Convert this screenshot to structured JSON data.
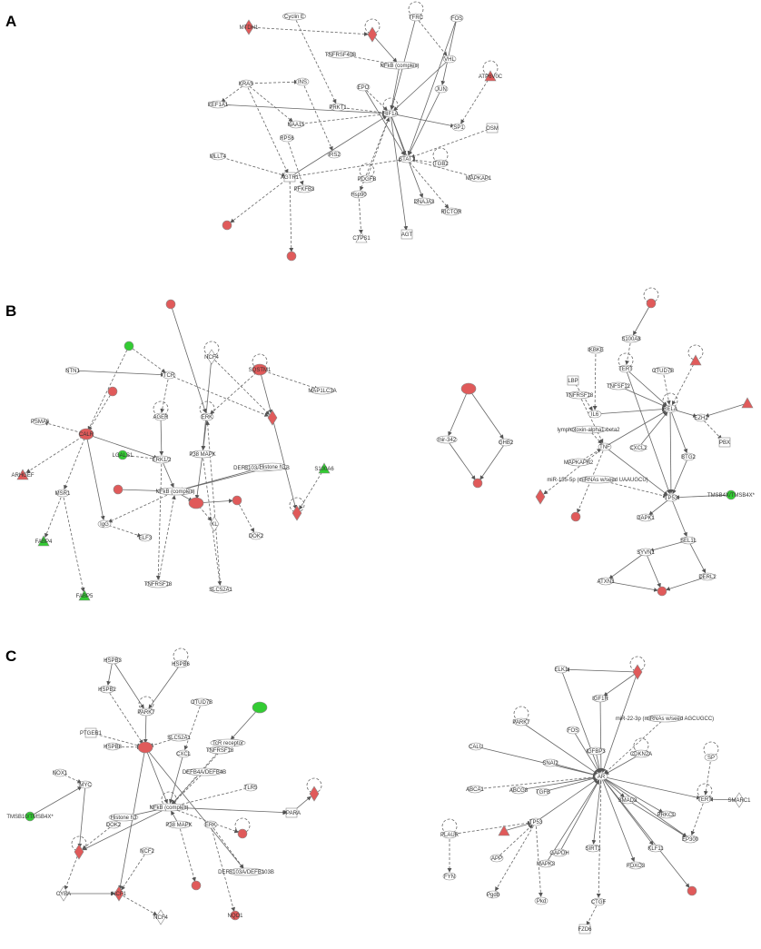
{
  "panels": {
    "a": "A",
    "b": "B",
    "c": "C"
  },
  "colors": {
    "up": "#e05a5a",
    "down": "#33cc33",
    "neutral": "#ffffff",
    "edge": "#666666"
  },
  "nodes": [
    {
      "id": "a_mtdh",
      "text": "MTDH1",
      "shape": "diamond",
      "color": "up"
    },
    {
      "id": "a_cycline",
      "text": "Cyclin E",
      "shape": "ellipse",
      "color": "neutral"
    },
    {
      "id": "a_tfrc",
      "text": "TFRC",
      "shape": "ellipse",
      "color": "neutral"
    },
    {
      "id": "a_fos",
      "text": "FOS",
      "shape": "ellipse",
      "color": "neutral"
    },
    {
      "id": "a_tnfrsf",
      "text": "TNFRSF40B",
      "shape": "ellipse",
      "color": "neutral"
    },
    {
      "id": "a_diam2",
      "text": "",
      "shape": "diamond",
      "color": "up"
    },
    {
      "id": "a_vhl",
      "text": "VHL",
      "shape": "ellipse",
      "color": "neutral"
    },
    {
      "id": "a_nfkb",
      "text": "NFkB (complex)",
      "shape": "ellipse",
      "color": "neutral"
    },
    {
      "id": "a_kras",
      "text": "KRAS",
      "shape": "ellipse",
      "color": "neutral"
    },
    {
      "id": "a_ins",
      "text": "INS",
      "shape": "ellipse",
      "color": "neutral"
    },
    {
      "id": "a_epo",
      "text": "EPO",
      "shape": "ellipse",
      "color": "neutral"
    },
    {
      "id": "a_jun",
      "text": "JUN",
      "shape": "ellipse",
      "color": "neutral"
    },
    {
      "id": "a_atp",
      "text": "ATP6V0C",
      "shape": "triangle",
      "color": "up"
    },
    {
      "id": "a_eef",
      "text": "EEF1A1",
      "shape": "ellipse",
      "color": "neutral"
    },
    {
      "id": "a_prkt",
      "text": "PRKT1",
      "shape": "ellipse",
      "color": "neutral"
    },
    {
      "id": "a_hif",
      "text": "HIF1A",
      "shape": "ellipse",
      "color": "neutral"
    },
    {
      "id": "a_sp1",
      "text": "SP1",
      "shape": "ellipse",
      "color": "neutral"
    },
    {
      "id": "a_naa",
      "text": "NAA15",
      "shape": "ellipse",
      "color": "neutral"
    },
    {
      "id": "a_osm",
      "text": "OSM",
      "shape": "rect",
      "color": "neutral"
    },
    {
      "id": "a_rps",
      "text": "RPS6",
      "shape": "ellipse",
      "color": "neutral"
    },
    {
      "id": "a_irs",
      "text": "IRS2",
      "shape": "ellipse",
      "color": "neutral"
    },
    {
      "id": "a_stat",
      "text": "STAT1",
      "shape": "ellipse",
      "color": "neutral"
    },
    {
      "id": "a_itgb",
      "text": "ITGB2",
      "shape": "ellipse",
      "color": "neutral"
    },
    {
      "id": "a_mllt",
      "text": "MLLT4",
      "shape": "ellipse",
      "color": "neutral"
    },
    {
      "id": "a_agtr",
      "text": "AGTR1",
      "shape": "rect",
      "color": "neutral"
    },
    {
      "id": "a_pdgf",
      "text": "PDGFB",
      "shape": "ellipse",
      "color": "neutral"
    },
    {
      "id": "a_mapk",
      "text": "MAPKAP1",
      "shape": "ellipse",
      "color": "neutral"
    },
    {
      "id": "a_pfkfb",
      "text": "PFKFB3",
      "shape": "ellipse",
      "color": "neutral"
    },
    {
      "id": "a_hspa",
      "text": "Hsp90",
      "shape": "ellipse",
      "color": "neutral"
    },
    {
      "id": "a_dnaj",
      "text": "DNAJA3",
      "shape": "ellipse",
      "color": "neutral"
    },
    {
      "id": "a_rictor",
      "text": "RICTOR",
      "shape": "ellipse",
      "color": "neutral"
    },
    {
      "id": "a_red1",
      "text": "",
      "shape": "circle",
      "color": "up"
    },
    {
      "id": "a_ctps",
      "text": "CTPS1",
      "shape": "triangle",
      "color": "neutral"
    },
    {
      "id": "a_agt",
      "text": "AGT",
      "shape": "rect",
      "color": "neutral"
    },
    {
      "id": "a_red2",
      "text": "",
      "shape": "circle",
      "color": "up"
    },
    {
      "id": "b_top",
      "text": "",
      "shape": "circle",
      "color": "up"
    },
    {
      "id": "b_g1",
      "text": "",
      "shape": "circle",
      "color": "down"
    },
    {
      "id": "b_ntn",
      "text": "NTN1",
      "shape": "ellipse",
      "color": "neutral"
    },
    {
      "id": "b_ncf4",
      "text": "NCF4",
      "shape": "diamond",
      "color": "neutral"
    },
    {
      "id": "b_sqstm",
      "text": "SQSTM1",
      "shape": "ellipse",
      "color": "up"
    },
    {
      "id": "b_tcr",
      "text": "TCR",
      "shape": "ellipse",
      "color": "neutral"
    },
    {
      "id": "b_map1",
      "text": "MAP1LC3A",
      "shape": "ellipse",
      "color": "neutral"
    },
    {
      "id": "b_r2",
      "text": "",
      "shape": "circle",
      "color": "up"
    },
    {
      "id": "b_ager",
      "text": "AGER",
      "shape": "ellipse",
      "color": "neutral"
    },
    {
      "id": "b_erk",
      "text": "ERK",
      "shape": "ellipse",
      "color": "neutral"
    },
    {
      "id": "b_nqo",
      "text": "",
      "shape": "diamond",
      "color": "up"
    },
    {
      "id": "b_psm",
      "text": "PSMA6",
      "shape": "ellipse",
      "color": "neutral"
    },
    {
      "id": "b_cal",
      "text": "CALR",
      "shape": "ellipse",
      "color": "up"
    },
    {
      "id": "b_lgals",
      "text": "LGALS1",
      "shape": "circle",
      "color": "down"
    },
    {
      "id": "b_erk12",
      "text": "ERK1/2",
      "shape": "ellipse",
      "color": "neutral"
    },
    {
      "id": "b_p38",
      "text": "P38 MAPK",
      "shape": "ellipse",
      "color": "neutral"
    },
    {
      "id": "b_defb",
      "text": "DEFB103A/DEFB103B",
      "shape": "ellipse",
      "color": "neutral"
    },
    {
      "id": "b_hist",
      "text": "Histone h3",
      "shape": "ellipse",
      "color": "neutral"
    },
    {
      "id": "b_s100",
      "text": "S100A6",
      "shape": "triangle",
      "color": "down"
    },
    {
      "id": "b_arh",
      "text": "ARHGEF",
      "shape": "triangle",
      "color": "up"
    },
    {
      "id": "b_msr",
      "text": "MSR1",
      "shape": "ellipse",
      "color": "neutral"
    },
    {
      "id": "b_r3",
      "text": "",
      "shape": "circle",
      "color": "up"
    },
    {
      "id": "b_nfkb",
      "text": "NFkB (complex)",
      "shape": "ellipse",
      "color": "neutral"
    },
    {
      "id": "b_sam",
      "text": "",
      "shape": "ellipse",
      "color": "up"
    },
    {
      "id": "b_r4",
      "text": "",
      "shape": "circle",
      "color": "up"
    },
    {
      "id": "b_r5",
      "text": "",
      "shape": "diamond",
      "color": "up"
    },
    {
      "id": "b_igg",
      "text": "IgG",
      "shape": "ellipse",
      "color": "neutral"
    },
    {
      "id": "b_elf",
      "text": "ELF3",
      "shape": "ellipse",
      "color": "neutral"
    },
    {
      "id": "b_kl",
      "text": "KL",
      "shape": "diamond",
      "color": "neutral"
    },
    {
      "id": "b_dok",
      "text": "DOK2",
      "shape": "ellipse",
      "color": "neutral"
    },
    {
      "id": "b_fabp4",
      "text": "FABP4",
      "shape": "triangle",
      "color": "down"
    },
    {
      "id": "b_tnfrsf",
      "text": "TNFRSF18",
      "shape": "ellipse",
      "color": "neutral"
    },
    {
      "id": "b_slc",
      "text": "SLC52A1",
      "shape": "ellipse",
      "color": "neutral"
    },
    {
      "id": "b_fabp5",
      "text": "FABP5",
      "shape": "triangle",
      "color": "down"
    },
    {
      "id": "bm_top",
      "text": "",
      "shape": "ellipse",
      "color": "up"
    },
    {
      "id": "bm_mir",
      "text": "mir-342",
      "shape": "ellipse",
      "color": "neutral"
    },
    {
      "id": "bm_ghb",
      "text": "GHB2",
      "shape": "ellipse",
      "color": "neutral"
    },
    {
      "id": "bm_bot",
      "text": "",
      "shape": "circle",
      "color": "up"
    },
    {
      "id": "br_top",
      "text": "",
      "shape": "circle",
      "color": "up"
    },
    {
      "id": "br_s100",
      "text": "S100A8",
      "shape": "ellipse",
      "color": "neutral"
    },
    {
      "id": "br_ikbke",
      "text": "IKBKE",
      "shape": "ellipse",
      "color": "neutral"
    },
    {
      "id": "br_tert",
      "text": "TERT",
      "shape": "ellipse",
      "color": "neutral"
    },
    {
      "id": "br_r2",
      "text": "",
      "shape": "triangle",
      "color": "up"
    },
    {
      "id": "br_lbp",
      "text": "LBP",
      "shape": "rect",
      "color": "neutral"
    },
    {
      "id": "br_otud",
      "text": "OTUD7B",
      "shape": "ellipse",
      "color": "neutral"
    },
    {
      "id": "br_tnfrsf",
      "text": "TNFRSF18",
      "shape": "ellipse",
      "color": "neutral"
    },
    {
      "id": "br_tnfsf",
      "text": "TNFSF12",
      "shape": "ellipse",
      "color": "neutral"
    },
    {
      "id": "br_il",
      "text": "IL6",
      "shape": "ellipse",
      "color": "neutral"
    },
    {
      "id": "br_rela",
      "text": "RELA",
      "shape": "ellipse",
      "color": "neutral"
    },
    {
      "id": "br_ezh",
      "text": "EZH2",
      "shape": "ellipse",
      "color": "neutral"
    },
    {
      "id": "br_r3",
      "text": "",
      "shape": "triangle",
      "color": "up"
    },
    {
      "id": "br_lymph",
      "text": "lymphotoxin-alpha1-beta2",
      "shape": "ellipse",
      "color": "neutral"
    },
    {
      "id": "br_tnf",
      "text": "TNF",
      "shape": "ellipse",
      "color": "neutral"
    },
    {
      "id": "br_mapkap",
      "text": "MAPKAPK2",
      "shape": "ellipse",
      "color": "neutral"
    },
    {
      "id": "br_cxcl",
      "text": "CXCL2",
      "shape": "ellipse",
      "color": "neutral"
    },
    {
      "id": "br_btg",
      "text": "BTG2",
      "shape": "ellipse",
      "color": "neutral"
    },
    {
      "id": "br_pbx",
      "text": "PBX",
      "shape": "rect",
      "color": "neutral"
    },
    {
      "id": "br_mir155",
      "text": "miR-155-5p (miRNAs w/seed UAAUGCU)",
      "shape": "ellipse",
      "color": "neutral"
    },
    {
      "id": "br_tp53",
      "text": "TP53",
      "shape": "ellipse",
      "color": "neutral"
    },
    {
      "id": "br_tmsb",
      "text": "TMSB4X/TMSB4X*",
      "shape": "circle",
      "color": "down"
    },
    {
      "id": "br_r4",
      "text": "",
      "shape": "diamond",
      "color": "up"
    },
    {
      "id": "br_r5",
      "text": "",
      "shape": "circle",
      "color": "up"
    },
    {
      "id": "br_dapk",
      "text": "DAPK1",
      "shape": "ellipse",
      "color": "neutral"
    },
    {
      "id": "br_sel",
      "text": "SEL1L",
      "shape": "ellipse",
      "color": "neutral"
    },
    {
      "id": "br_syvn",
      "text": "SYVN1",
      "shape": "ellipse",
      "color": "neutral"
    },
    {
      "id": "br_atxn",
      "text": "ATXN3",
      "shape": "ellipse",
      "color": "neutral"
    },
    {
      "id": "br_derl",
      "text": "DERL2",
      "shape": "ellipse",
      "color": "neutral"
    },
    {
      "id": "br_r6",
      "text": "",
      "shape": "circle",
      "color": "up"
    },
    {
      "id": "c_hspb3",
      "text": "HSPB3",
      "shape": "ellipse",
      "color": "neutral"
    },
    {
      "id": "c_hspb6",
      "text": "HSPB6",
      "shape": "ellipse",
      "color": "neutral"
    },
    {
      "id": "c_hspb2",
      "text": "HSPB2",
      "shape": "ellipse",
      "color": "neutral"
    },
    {
      "id": "c_park7",
      "text": "PARK7",
      "shape": "ellipse",
      "color": "neutral"
    },
    {
      "id": "c_otud",
      "text": "OTUD7B",
      "shape": "ellipse",
      "color": "neutral"
    },
    {
      "id": "c_g1",
      "text": "",
      "shape": "ellipse",
      "color": "down"
    },
    {
      "id": "c_ptger",
      "text": "PTGER1",
      "shape": "rect",
      "color": "neutral"
    },
    {
      "id": "c_slc",
      "text": "SLC52A1",
      "shape": "ellipse",
      "color": "neutral"
    },
    {
      "id": "c_tcr",
      "text": "TcR receptor",
      "shape": "ellipse",
      "color": "neutral"
    },
    {
      "id": "c_hspb8",
      "text": "HSPB8",
      "shape": "ellipse",
      "color": "neutral"
    },
    {
      "id": "c_sam",
      "text": "",
      "shape": "ellipse",
      "color": "up"
    },
    {
      "id": "c_tnfrsf",
      "text": "TNFRSF18",
      "shape": "ellipse",
      "color": "neutral"
    },
    {
      "id": "c_cxcl",
      "text": "CXCL",
      "shape": "ellipse",
      "color": "neutral"
    },
    {
      "id": "c_nox",
      "text": "NOX1",
      "shape": "ellipse",
      "color": "neutral"
    },
    {
      "id": "c_defb4",
      "text": "DEFB4A/DEFB4B",
      "shape": "ellipse",
      "color": "neutral"
    },
    {
      "id": "c_tlr5",
      "text": "TLR5",
      "shape": "ellipse",
      "color": "neutral"
    },
    {
      "id": "c_r2",
      "text": "",
      "shape": "diamond",
      "color": "up"
    },
    {
      "id": "c_myc",
      "text": "MYC",
      "shape": "ellipse",
      "color": "neutral"
    },
    {
      "id": "c_nfkb",
      "text": "NFkB (complex)",
      "shape": "ellipse",
      "color": "neutral"
    },
    {
      "id": "c_ppara",
      "text": "PPARA",
      "shape": "rect",
      "color": "neutral"
    },
    {
      "id": "c_tmsb",
      "text": "TMSB10/TMSB4X*",
      "shape": "circle",
      "color": "down"
    },
    {
      "id": "c_hist",
      "text": "Histone h3",
      "shape": "ellipse",
      "color": "neutral"
    },
    {
      "id": "c_r3",
      "text": "",
      "shape": "circle",
      "color": "up"
    },
    {
      "id": "c_dok",
      "text": "DOK2",
      "shape": "ellipse",
      "color": "neutral"
    },
    {
      "id": "c_p38",
      "text": "P38 MAPK",
      "shape": "ellipse",
      "color": "neutral"
    },
    {
      "id": "c_erk",
      "text": "ERK",
      "shape": "ellipse",
      "color": "neutral"
    },
    {
      "id": "c_defb103",
      "text": "DEFB103A/DEFB103B",
      "shape": "ellipse",
      "color": "neutral"
    },
    {
      "id": "c_r4",
      "text": "",
      "shape": "diamond",
      "color": "up"
    },
    {
      "id": "c_ncf2",
      "text": "NCF2",
      "shape": "ellipse",
      "color": "neutral"
    },
    {
      "id": "c_r5",
      "text": "",
      "shape": "circle",
      "color": "up"
    },
    {
      "id": "c_cyba",
      "text": "CYBA",
      "shape": "diamond",
      "color": "neutral"
    },
    {
      "id": "c_ncf1",
      "text": "NCF1",
      "shape": "diamond",
      "color": "up"
    },
    {
      "id": "c_ncf4",
      "text": "NCF4",
      "shape": "diamond",
      "color": "neutral"
    },
    {
      "id": "c_nqo",
      "text": "NQO1",
      "shape": "circle",
      "color": "up"
    },
    {
      "id": "cr_elk",
      "text": "ELK1",
      "shape": "ellipse",
      "color": "neutral"
    },
    {
      "id": "cr_r1",
      "text": "",
      "shape": "diamond",
      "color": "up"
    },
    {
      "id": "cr_igf",
      "text": "IGF1R",
      "shape": "ellipse",
      "color": "neutral"
    },
    {
      "id": "cr_mir22",
      "text": "miR-22-3p (miRNAs w/seed AGCUGCC)",
      "shape": "ellipse",
      "color": "neutral"
    },
    {
      "id": "cr_park7",
      "text": "PARK7",
      "shape": "ellipse",
      "color": "neutral"
    },
    {
      "id": "cr_fos",
      "text": "FOS",
      "shape": "ellipse",
      "color": "neutral"
    },
    {
      "id": "cr_igfbp",
      "text": "IGFBP3",
      "shape": "ellipse",
      "color": "neutral"
    },
    {
      "id": "cr_cdkn",
      "text": "CDKN2A",
      "shape": "ellipse",
      "color": "neutral"
    },
    {
      "id": "cr_sp",
      "text": "SP",
      "shape": "ellipse",
      "color": "neutral"
    },
    {
      "id": "cr_calu",
      "text": "CALU",
      "shape": "ellipse",
      "color": "neutral"
    },
    {
      "id": "cr_snai",
      "text": "SNAI2",
      "shape": "ellipse",
      "color": "neutral"
    },
    {
      "id": "cr_ar",
      "text": "AR",
      "shape": "ellipse",
      "color": "neutral"
    },
    {
      "id": "cr_tert",
      "text": "TERT",
      "shape": "ellipse",
      "color": "neutral"
    },
    {
      "id": "cr_smarc",
      "text": "SMARC1",
      "shape": "diamond",
      "color": "neutral"
    },
    {
      "id": "cr_abca",
      "text": "ABCA1",
      "shape": "ellipse",
      "color": "neutral"
    },
    {
      "id": "cr_abcg",
      "text": "ABCG8",
      "shape": "ellipse",
      "color": "neutral"
    },
    {
      "id": "cr_tgfb",
      "text": "TGFB",
      "shape": "ellipse",
      "color": "neutral"
    },
    {
      "id": "cr_smad",
      "text": "SMAD3",
      "shape": "ellipse",
      "color": "neutral"
    },
    {
      "id": "cr_prkcd",
      "text": "PRKCD",
      "shape": "ellipse",
      "color": "neutral"
    },
    {
      "id": "cr_plaur",
      "text": "PLAUR",
      "shape": "ellipse",
      "color": "neutral"
    },
    {
      "id": "cr_r2",
      "text": "",
      "shape": "triangle",
      "color": "up"
    },
    {
      "id": "cr_tp53",
      "text": "TP53",
      "shape": "ellipse",
      "color": "neutral"
    },
    {
      "id": "cr_sirt",
      "text": "SIRT1",
      "shape": "ellipse",
      "color": "neutral"
    },
    {
      "id": "cr_klf",
      "text": "KLF11",
      "shape": "ellipse",
      "color": "neutral"
    },
    {
      "id": "cr_ep300",
      "text": "EP300",
      "shape": "ellipse",
      "color": "neutral"
    },
    {
      "id": "cr_gapdh",
      "text": "GAPDH",
      "shape": "ellipse",
      "color": "neutral"
    },
    {
      "id": "cr_app",
      "text": "APP",
      "shape": "ellipse",
      "color": "neutral"
    },
    {
      "id": "cr_mapk",
      "text": "MAPK3",
      "shape": "ellipse",
      "color": "neutral"
    },
    {
      "id": "cr_foxo",
      "text": "FOXO3",
      "shape": "ellipse",
      "color": "neutral"
    },
    {
      "id": "cr_r3",
      "text": "",
      "shape": "circle",
      "color": "up"
    },
    {
      "id": "cr_fyn",
      "text": "FYN",
      "shape": "ellipse",
      "color": "neutral"
    },
    {
      "id": "cr_pgdb",
      "text": "Pgdb",
      "shape": "ellipse",
      "color": "neutral"
    },
    {
      "id": "cr_pkd",
      "text": "Pkd",
      "shape": "ellipse",
      "color": "neutral"
    },
    {
      "id": "cr_ctg",
      "text": "CTGF",
      "shape": "ellipse",
      "color": "neutral"
    },
    {
      "id": "cr_fzd",
      "text": "FZD6",
      "shape": "rect",
      "color": "neutral"
    }
  ]
}
